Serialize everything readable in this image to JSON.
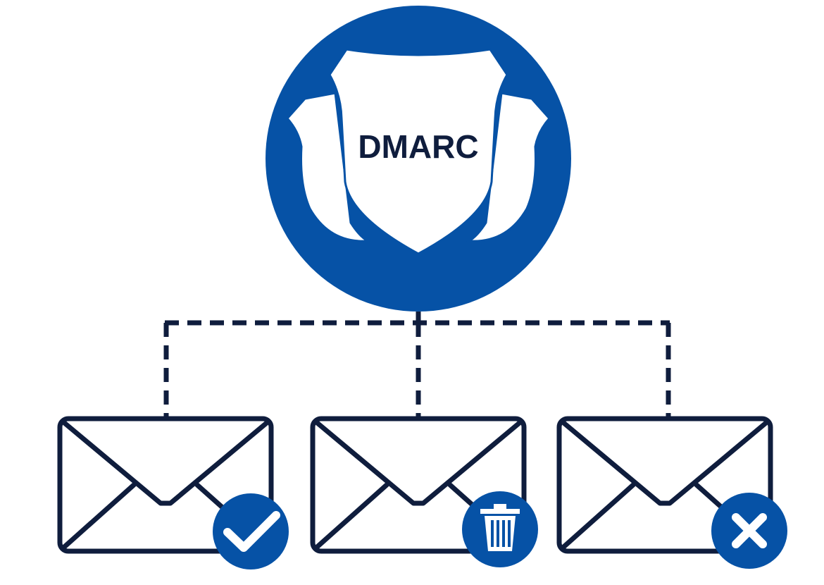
{
  "title": "DMARC",
  "colors": {
    "brand_blue": "#0652a6",
    "navy": "#0f1d3d",
    "white": "#ffffff"
  },
  "outcomes": [
    {
      "icon": "checkmark-icon",
      "meaning": "pass"
    },
    {
      "icon": "trash-icon",
      "meaning": "quarantine"
    },
    {
      "icon": "x-icon",
      "meaning": "reject"
    }
  ]
}
